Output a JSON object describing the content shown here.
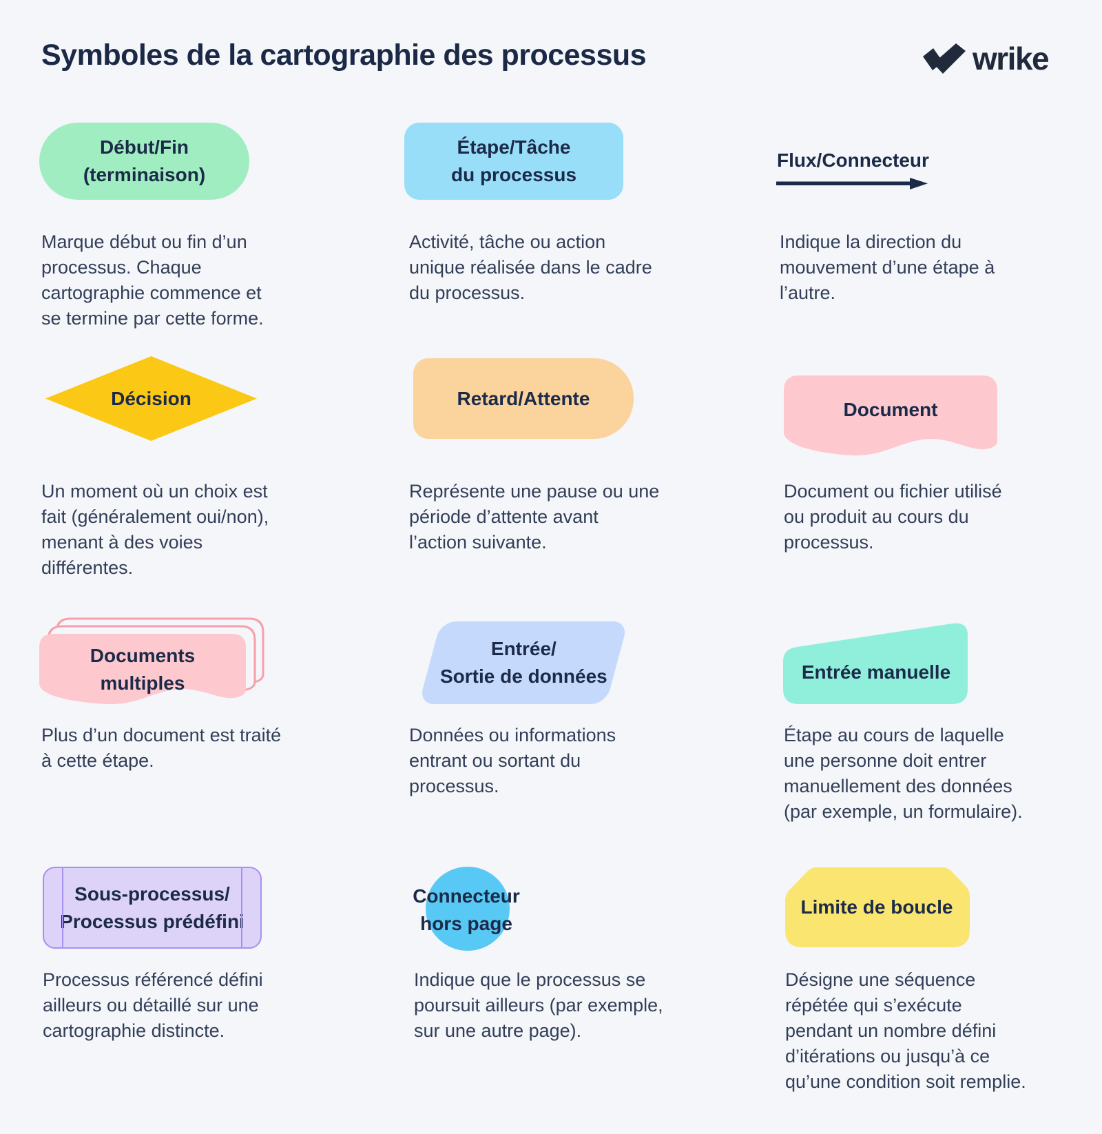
{
  "title": "Symboles de la cartographie des processus",
  "logo": {
    "text": "wrike",
    "color": "#202a3b"
  },
  "colors": {
    "background": "#f4f6f9",
    "heading_text": "#1b2946",
    "body_text": "#323e58",
    "terminator_green": "#a1edc2",
    "process_blue": "#99def8",
    "decision_yellow": "#fcc816",
    "delay_orange": "#fbd39d",
    "document_pink": "#fdc9ce",
    "document_outline_pink": "#f79fab",
    "data_io_periwinkle": "#c4d9fb",
    "manual_input_teal": "#90efdb",
    "subprocess_lavender": "#ddd2f8",
    "subprocess_border": "#a98ff1",
    "offpage_blue": "#58c9f4",
    "loop_yellow": "#fae571",
    "arrow_navy": "#1c2a49"
  },
  "symbols": [
    {
      "name": "terminator",
      "label": "Début/Fin\n(terminaison)",
      "description": "Marque début ou fin d’un\nprocessus. Chaque\ncartographie commence et\nse termine par cette forme."
    },
    {
      "name": "process-step",
      "label": "Étape/Tâche\ndu processus",
      "description": "Activité, tâche ou action\nunique réalisée dans le cadre\ndu processus."
    },
    {
      "name": "flow-connector",
      "label": "Flux/Connecteur",
      "description": "Indique la direction du\nmouvement d’une étape à\nl’autre."
    },
    {
      "name": "decision",
      "label": "Décision",
      "description": "Un moment où un choix est\nfait (généralement oui/non),\nmenant à des voies\ndifférentes."
    },
    {
      "name": "delay",
      "label": "Retard/Attente",
      "description": "Représente une pause ou une\npériode d’attente avant\nl’action suivante."
    },
    {
      "name": "document",
      "label": "Document",
      "description": "Document ou fichier utilisé\nou produit au cours du\nprocessus."
    },
    {
      "name": "multiple-documents",
      "label": "Documents\nmultiples",
      "description": "Plus d’un document est traité\nà cette étape."
    },
    {
      "name": "data-input-output",
      "label": "Entrée/\nSortie de données",
      "description": "Données ou informations\nentrant ou sortant du\nprocessus."
    },
    {
      "name": "manual-input",
      "label": "Entrée manuelle",
      "description": "Étape au cours de laquelle\nune personne doit entrer\nmanuellement des données\n(par exemple, un formulaire)."
    },
    {
      "name": "subprocess",
      "label": "Sous-processus/\nProcessus prédéfini",
      "description": "Processus référencé défini\nailleurs ou détaillé sur une\ncartographie distincte."
    },
    {
      "name": "offpage-connector",
      "label": "Connecteur\nhors page",
      "description": "Indique que le processus se\npoursuit ailleurs (par exemple,\nsur une autre page)."
    },
    {
      "name": "loop-limit",
      "label": "Limite de boucle",
      "description": "Désigne une séquence\nrépétée qui s’exécute\npendant un nombre défini\nd’itérations ou jusqu’à ce\nqu’une condition soit remplie."
    }
  ]
}
